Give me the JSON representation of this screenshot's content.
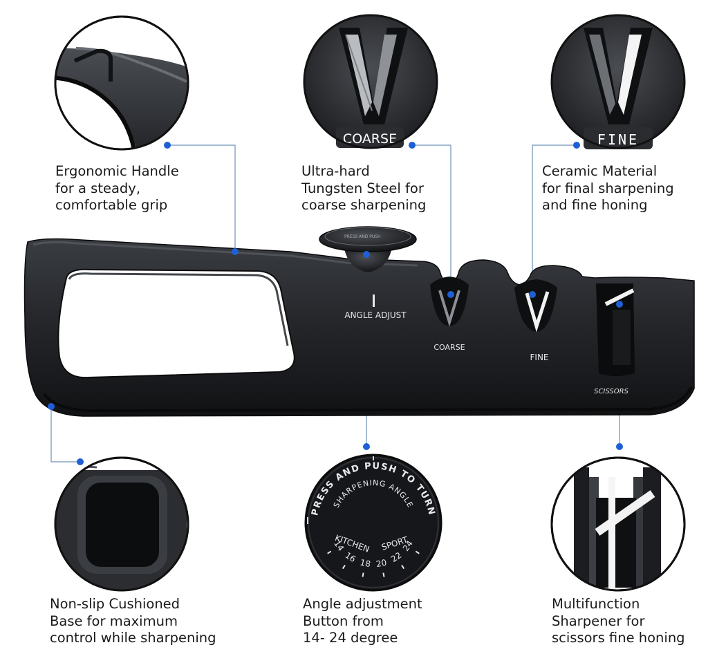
{
  "callouts": {
    "handle": {
      "icon": "handle-closeup-icon",
      "lines": [
        "Ergonomic Handle",
        "for a steady,",
        "comfortable grip"
      ]
    },
    "coarse": {
      "icon": "coarse-slot-closeup-icon",
      "badge": "COARSE",
      "lines": [
        "Ultra-hard",
        "Tungsten Steel for",
        "coarse sharpening"
      ]
    },
    "fine": {
      "icon": "fine-slot-closeup-icon",
      "badge": "FINE",
      "lines": [
        "Ceramic Material",
        "for final sharpening",
        "and fine honing"
      ]
    },
    "base": {
      "icon": "non-slip-pad-icon",
      "lines": [
        "Non-slip Cushioned",
        "Base for maximum",
        "control while sharpening"
      ]
    },
    "angle": {
      "icon": "angle-dial-icon",
      "lines": [
        "Angle adjustment",
        "Button from",
        "14- 24 degree"
      ]
    },
    "scissors": {
      "icon": "scissors-slot-closeup-icon",
      "lines": [
        "Multifunction",
        "Sharpener for",
        "scissors fine honing"
      ]
    }
  },
  "product": {
    "icon": "knife-sharpener-icon",
    "labels": {
      "angle_mark": "I",
      "angle_adjust": "ANGLE ADJUST",
      "coarse": "COARSE",
      "fine": "FINE",
      "scissors": "SCISSORS"
    }
  },
  "dial": {
    "outer_text": "PRESS AND PUSH TO TURN",
    "inner_text": "SHARPENING ANGLE",
    "kitchen": "KITCHEN",
    "sport": "SPORT",
    "scale": [
      "14",
      "16",
      "18",
      "20",
      "22",
      "24"
    ]
  },
  "colors": {
    "accent_dot": "#1f5fd6",
    "leader_line": "#6f8fb8",
    "body_dark": "#1e2023",
    "caption_text": "#1a1a1a"
  }
}
